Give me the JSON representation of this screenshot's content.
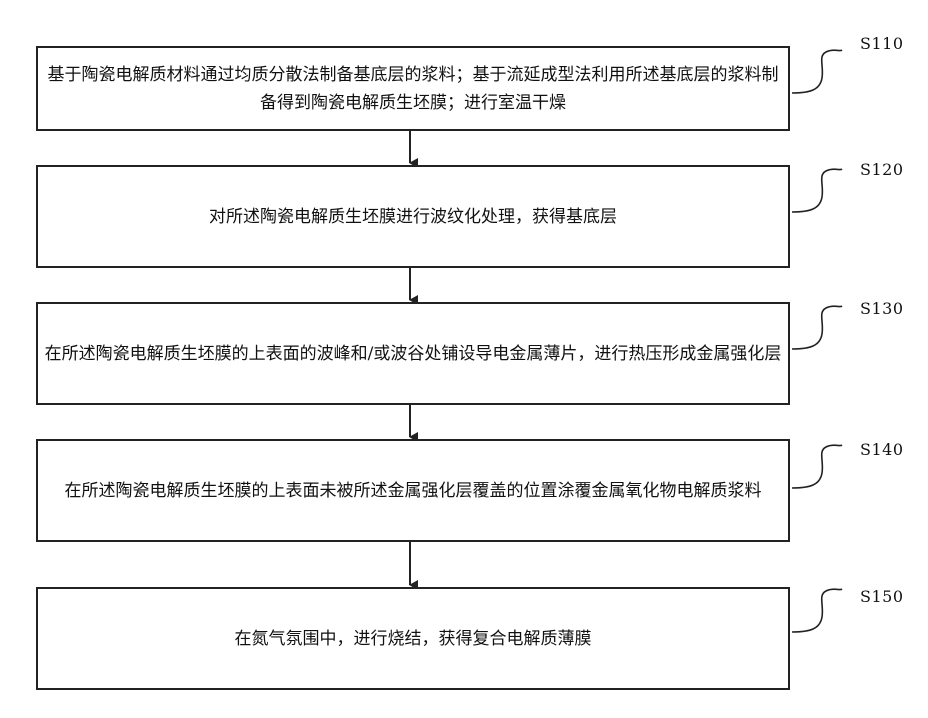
{
  "flowchart": {
    "steps": [
      {
        "label": "S110",
        "text": "基于陶瓷电解质材料通过均质分散法制备基底层的浆料；基于流延成型法利用所述基底层的浆料制备得到陶瓷电解质生坯膜；进行室温干燥"
      },
      {
        "label": "S120",
        "text": "对所述陶瓷电解质生坯膜进行波纹化处理，获得基底层"
      },
      {
        "label": "S130",
        "text": "在所述陶瓷电解质生坯膜的上表面的波峰和/或波谷处铺设导电金属薄片，进行热压形成金属强化层"
      },
      {
        "label": "S140",
        "text": "在所述陶瓷电解质生坯膜的上表面未被所述金属强化层覆盖的位置涂覆金属氧化物电解质浆料"
      },
      {
        "label": "S150",
        "text": "在氮气氛围中，进行烧结，获得复合电解质薄膜"
      }
    ]
  }
}
